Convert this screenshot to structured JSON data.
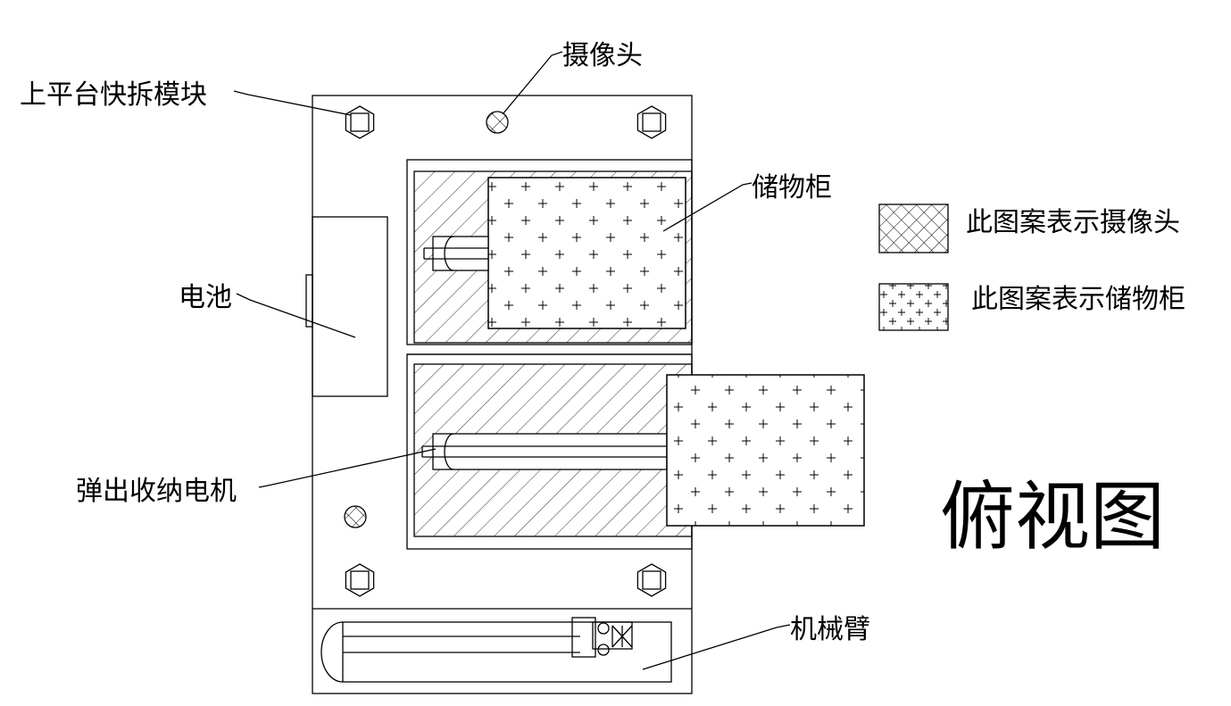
{
  "labels": {
    "quick_release": "上平台快拆模块",
    "camera": "摄像头",
    "cabinet": "储物柜",
    "battery": "电池",
    "motor": "弹出收纳电机",
    "arm": "机械臂"
  },
  "legend": {
    "camera_text": "此图案表示摄像头",
    "cabinet_text": "此图案表示储物柜"
  },
  "title": "俯视图",
  "colors": {
    "line": "#000000",
    "background": "#ffffff"
  }
}
